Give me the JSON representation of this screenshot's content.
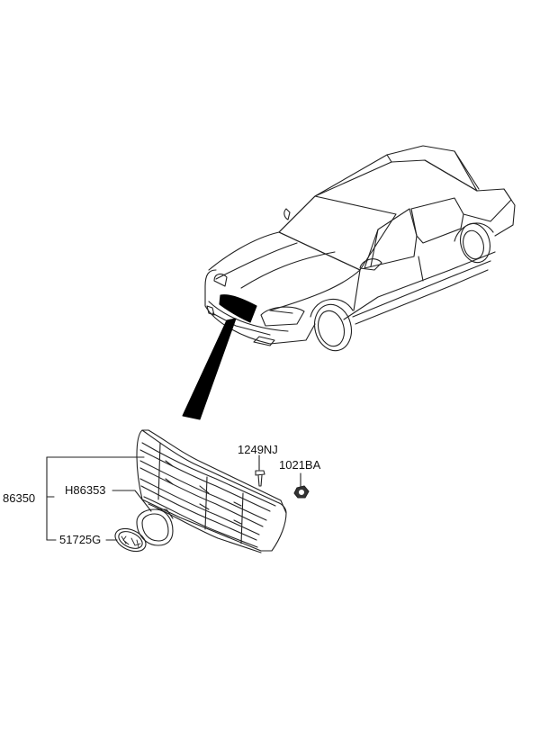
{
  "parts": {
    "assembly": "86350",
    "grille_insert": "H86353",
    "emblem": "51725G",
    "screw": "1249NJ",
    "nut": "1021BA"
  },
  "colors": {
    "line": "#222222",
    "fill": "#000000",
    "background": "#ffffff"
  }
}
